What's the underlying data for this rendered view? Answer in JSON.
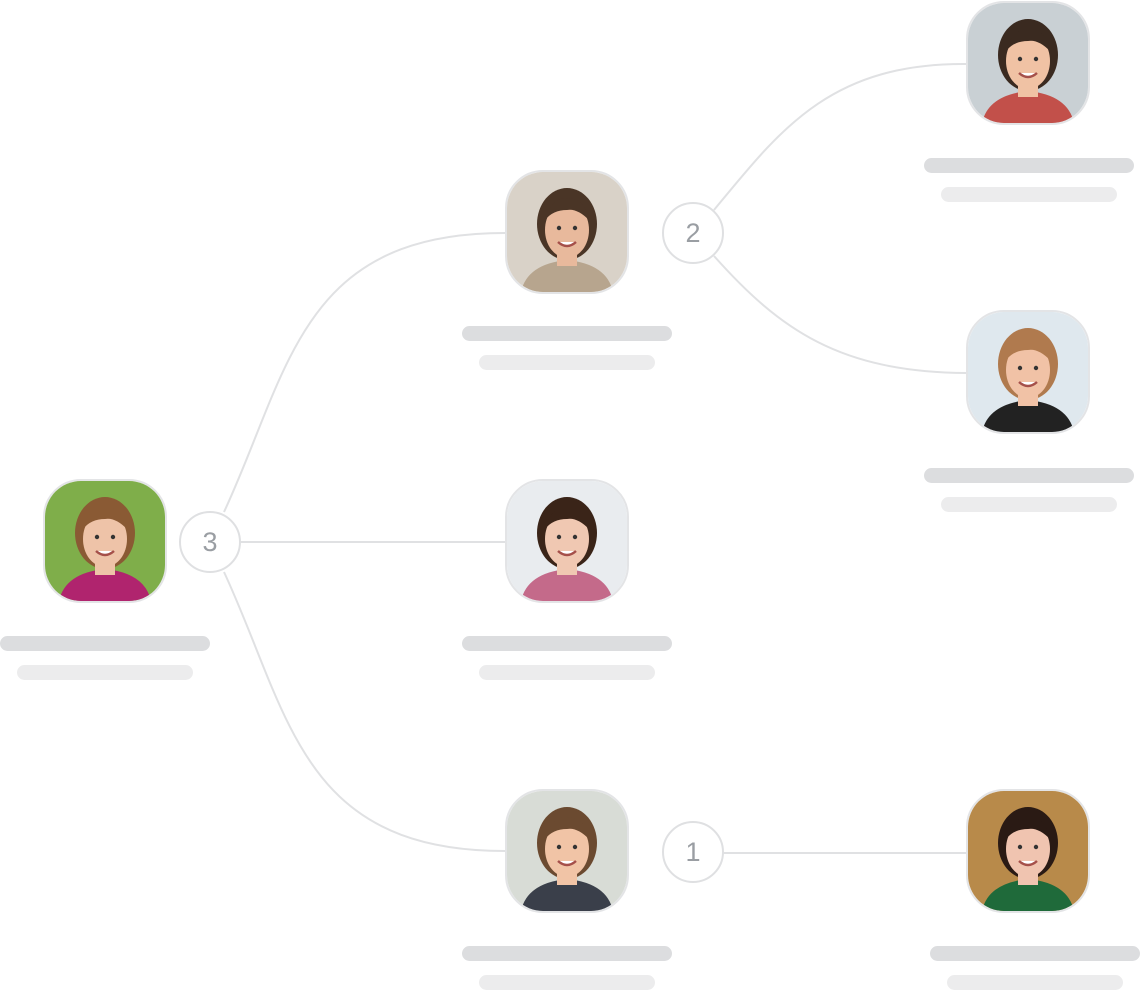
{
  "colors": {
    "link": "#e0e1e3",
    "bar_primary": "#dcdddf",
    "bar_secondary": "#ececed",
    "count_text": "#9a9ea3"
  },
  "counts": {
    "root": "3",
    "top_branch": "2",
    "bottom_branch": "1"
  },
  "people": [
    {
      "id": "root",
      "bg": "#7fae4a",
      "hair": "#8a5a34",
      "skin": "#eec3a8",
      "shirt": "#b0246e"
    },
    {
      "id": "top",
      "bg": "#d9d2c8",
      "hair": "#4a3526",
      "skin": "#e8b99c",
      "shirt": "#b7a58e"
    },
    {
      "id": "middle",
      "bg": "#e9ecef",
      "hair": "#3a2418",
      "skin": "#f0c8b2",
      "shirt": "#c46a8a"
    },
    {
      "id": "bottom",
      "bg": "#d8dcd6",
      "hair": "#6b4a30",
      "skin": "#f1c4a6",
      "shirt": "#3a3f4a"
    },
    {
      "id": "top-top",
      "bg": "#c9d0d4",
      "hair": "#3a2a20",
      "skin": "#f0c2a4",
      "shirt": "#c2504a"
    },
    {
      "id": "top-bottom",
      "bg": "#dfe8ee",
      "hair": "#b07a4e",
      "skin": "#f1c2a6",
      "shirt": "#222"
    },
    {
      "id": "bottom-right",
      "bg": "#b88a4a",
      "hair": "#2a1a14",
      "skin": "#f0c4b0",
      "shirt": "#1f6a3a"
    }
  ]
}
